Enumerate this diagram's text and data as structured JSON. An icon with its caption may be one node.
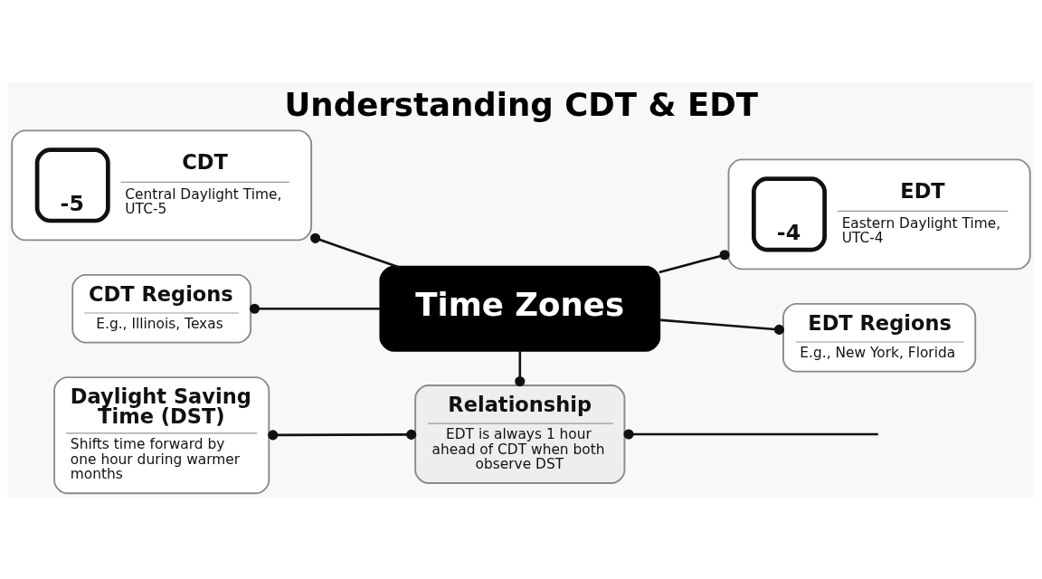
{
  "diagram": {
    "title": "Understanding CDT & EDT",
    "nodes": [
      {
        "text": [
          "-5",
          "CDT",
          "Central Daylight Time, UTC-5"
        ]
      },
      {
        "text": [
          "-4",
          "EDT",
          "Eastern Daylight Time, UTC-4"
        ]
      },
      {
        "text": [
          "Time Zones"
        ]
      },
      {
        "text": [
          "CDT Regions",
          "E.g., Illinois, Texas"
        ]
      },
      {
        "text": [
          "EDT Regions",
          "E.g., New York, Florida"
        ]
      },
      {
        "text": [
          "Daylight Saving Time (DST)",
          "Shifts time forward by one hour during warmer months"
        ]
      },
      {
        "text": [
          "Relationship",
          "EDT is always 1 hour ahead of CDT when both observe DST"
        ]
      }
    ],
    "edges": [
      {
        "from": 0,
        "to": 2,
        "arrow": "other"
      },
      {
        "from": 2,
        "to": 1,
        "arrow": "other"
      },
      {
        "from": 3,
        "to": 2,
        "arrow": "other"
      },
      {
        "from": 2,
        "to": 4,
        "arrow": "other"
      },
      {
        "from": 2,
        "to": 6,
        "arrow": "other"
      },
      {
        "from": 5,
        "to": 6,
        "arrow": "other"
      },
      {
        "from": 6,
        "to": null,
        "arrow": "other"
      }
    ]
  }
}
